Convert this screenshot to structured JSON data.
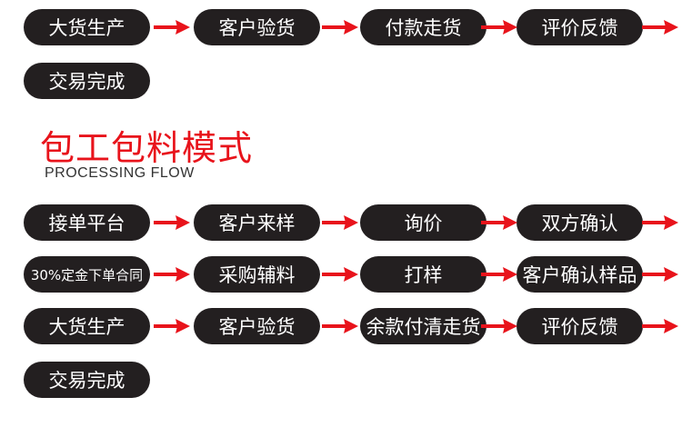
{
  "colors": {
    "pill_bg": "#231f20",
    "pill_text": "#ffffff",
    "arrow": "#e8131b",
    "title": "#e8131b"
  },
  "section1": {
    "row1": [
      "大货生产",
      "客户验货",
      "付款走货",
      "评价反馈"
    ],
    "row2": [
      "交易完成"
    ]
  },
  "section2": {
    "title": "包工包料模式",
    "subtitle": "PROCESSING FLOW",
    "row1": [
      "接单平台",
      "客户来样",
      "询价",
      "双方确认"
    ],
    "row2": [
      "30%定金下单合同",
      "采购辅料",
      "打样",
      "客户确认样品"
    ],
    "row3": [
      "大货生产",
      "客户验货",
      "余款付清走货",
      "评价反馈"
    ],
    "row4": [
      "交易完成"
    ]
  },
  "icons": {
    "arrow": "red-arrow-right"
  }
}
